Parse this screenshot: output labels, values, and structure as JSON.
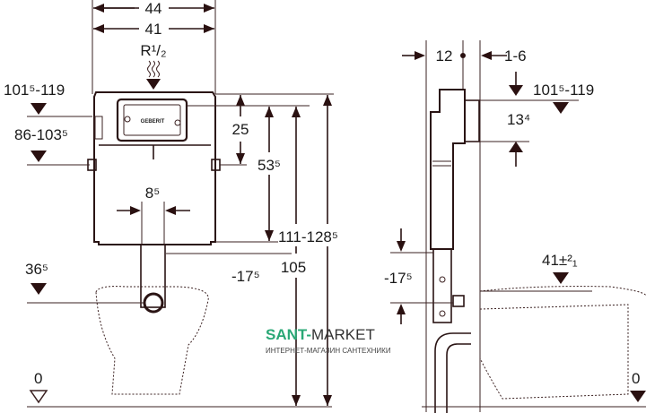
{
  "left_view": {
    "width_outer": "44",
    "width_inner": "41",
    "connection": "R¹/₂",
    "button_brand": "GEBERIT",
    "top_height": "101⁵-119",
    "lower_height": "86-103⁵",
    "bracket_spacing": "25",
    "inner_spacing": "8⁵",
    "frame_height": "53⁵",
    "total_height": "111-128⁵",
    "height_105": "105",
    "pipe_offset": "-17⁵",
    "bowl_height": "36⁵",
    "floor_level": "0"
  },
  "right_view": {
    "depth": "12",
    "wall_gap": "1-6",
    "top_height": "101⁵-119",
    "plate_height": "13⁴",
    "pipe_offset": "-17⁵",
    "bowl_height": "41±²₁",
    "floor_level": "0"
  },
  "watermark": {
    "brand_part1": "SANT-",
    "brand_part2": "MARKET",
    "tagline": "ИНТЕРНЕТ-МАГАЗИН САНТЕХНИКИ"
  }
}
